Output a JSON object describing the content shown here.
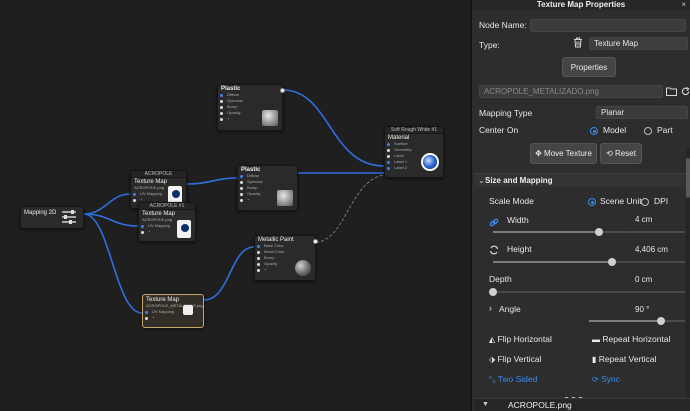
{
  "graph": {
    "mapping_node": {
      "title": "Mapping 2D"
    },
    "plastic_top": {
      "title": "Plastic",
      "rows": [
        "Diffuse",
        "Specular",
        "Bump",
        "Opacity",
        "+"
      ]
    },
    "plastic_mid": {
      "title": "Plastic",
      "rows": [
        "Diffuse",
        "Specular",
        "Bump",
        "Opacity",
        "+"
      ]
    },
    "material": {
      "header": "Soft Rough White #1",
      "title": "Material",
      "rows": [
        "Surface",
        "Geometry",
        "Label",
        "Label 1",
        "Label 2"
      ]
    },
    "tex1": {
      "header": "ACROPOLE",
      "title": "Texture Map",
      "file": "ACROPOLE.png",
      "mapping": "UV Mapping",
      "plus": "+"
    },
    "tex2": {
      "header": "ACROPOLE #1",
      "title": "Texture Map",
      "file": "ACROPOLE.png",
      "mapping": "UV Mapping",
      "plus": "+"
    },
    "tex3": {
      "title": "Texture Map",
      "file": "ACROPOLE_METALIZADO.png",
      "mapping": "UV Mapping",
      "plus": "+"
    },
    "metallic": {
      "title": "Metallic Paint",
      "rows": [
        "Base Color",
        "Metal Color",
        "Bump",
        "Opacity",
        "+"
      ]
    }
  },
  "panel": {
    "title": "Texture Map Properties",
    "close": "×",
    "node_name_label": "Node Name:",
    "node_name_value": "",
    "type_label": "Type:",
    "type_value": "Texture Map",
    "properties_btn": "Properties",
    "file_path": "ACROPOLE_METALIZADO.png",
    "mapping_type_label": "Mapping Type",
    "mapping_type_value": "Planar",
    "center_on_label": "Center On",
    "center_model": "Model",
    "center_part": "Part",
    "move_texture_btn": "Move Texture",
    "reset_btn": "Reset",
    "section_size": "Size and Mapping",
    "scale_mode_label": "Scale Mode",
    "scale_scene": "Scene Units",
    "scale_dpi": "DPI",
    "width_label": "Width",
    "width_value": "4 cm",
    "height_label": "Height",
    "height_value": "4,406 cm",
    "depth_label": "Depth",
    "depth_value": "0 cm",
    "angle_label": "Angle",
    "angle_value": "90 °",
    "flip_h": "Flip Horizontal",
    "repeat_h": "Repeat Horizontal",
    "flip_v": "Flip Vertical",
    "repeat_v": "Repeat Vertical",
    "two_sided": "Two Sided",
    "sync": "Sync",
    "footer_file": "ACROPOLE.png",
    "accent": "#3a8af0",
    "width_slider": 0.55,
    "height_slider": 0.62,
    "depth_slider": 0.0,
    "angle_slider": 0.75
  }
}
